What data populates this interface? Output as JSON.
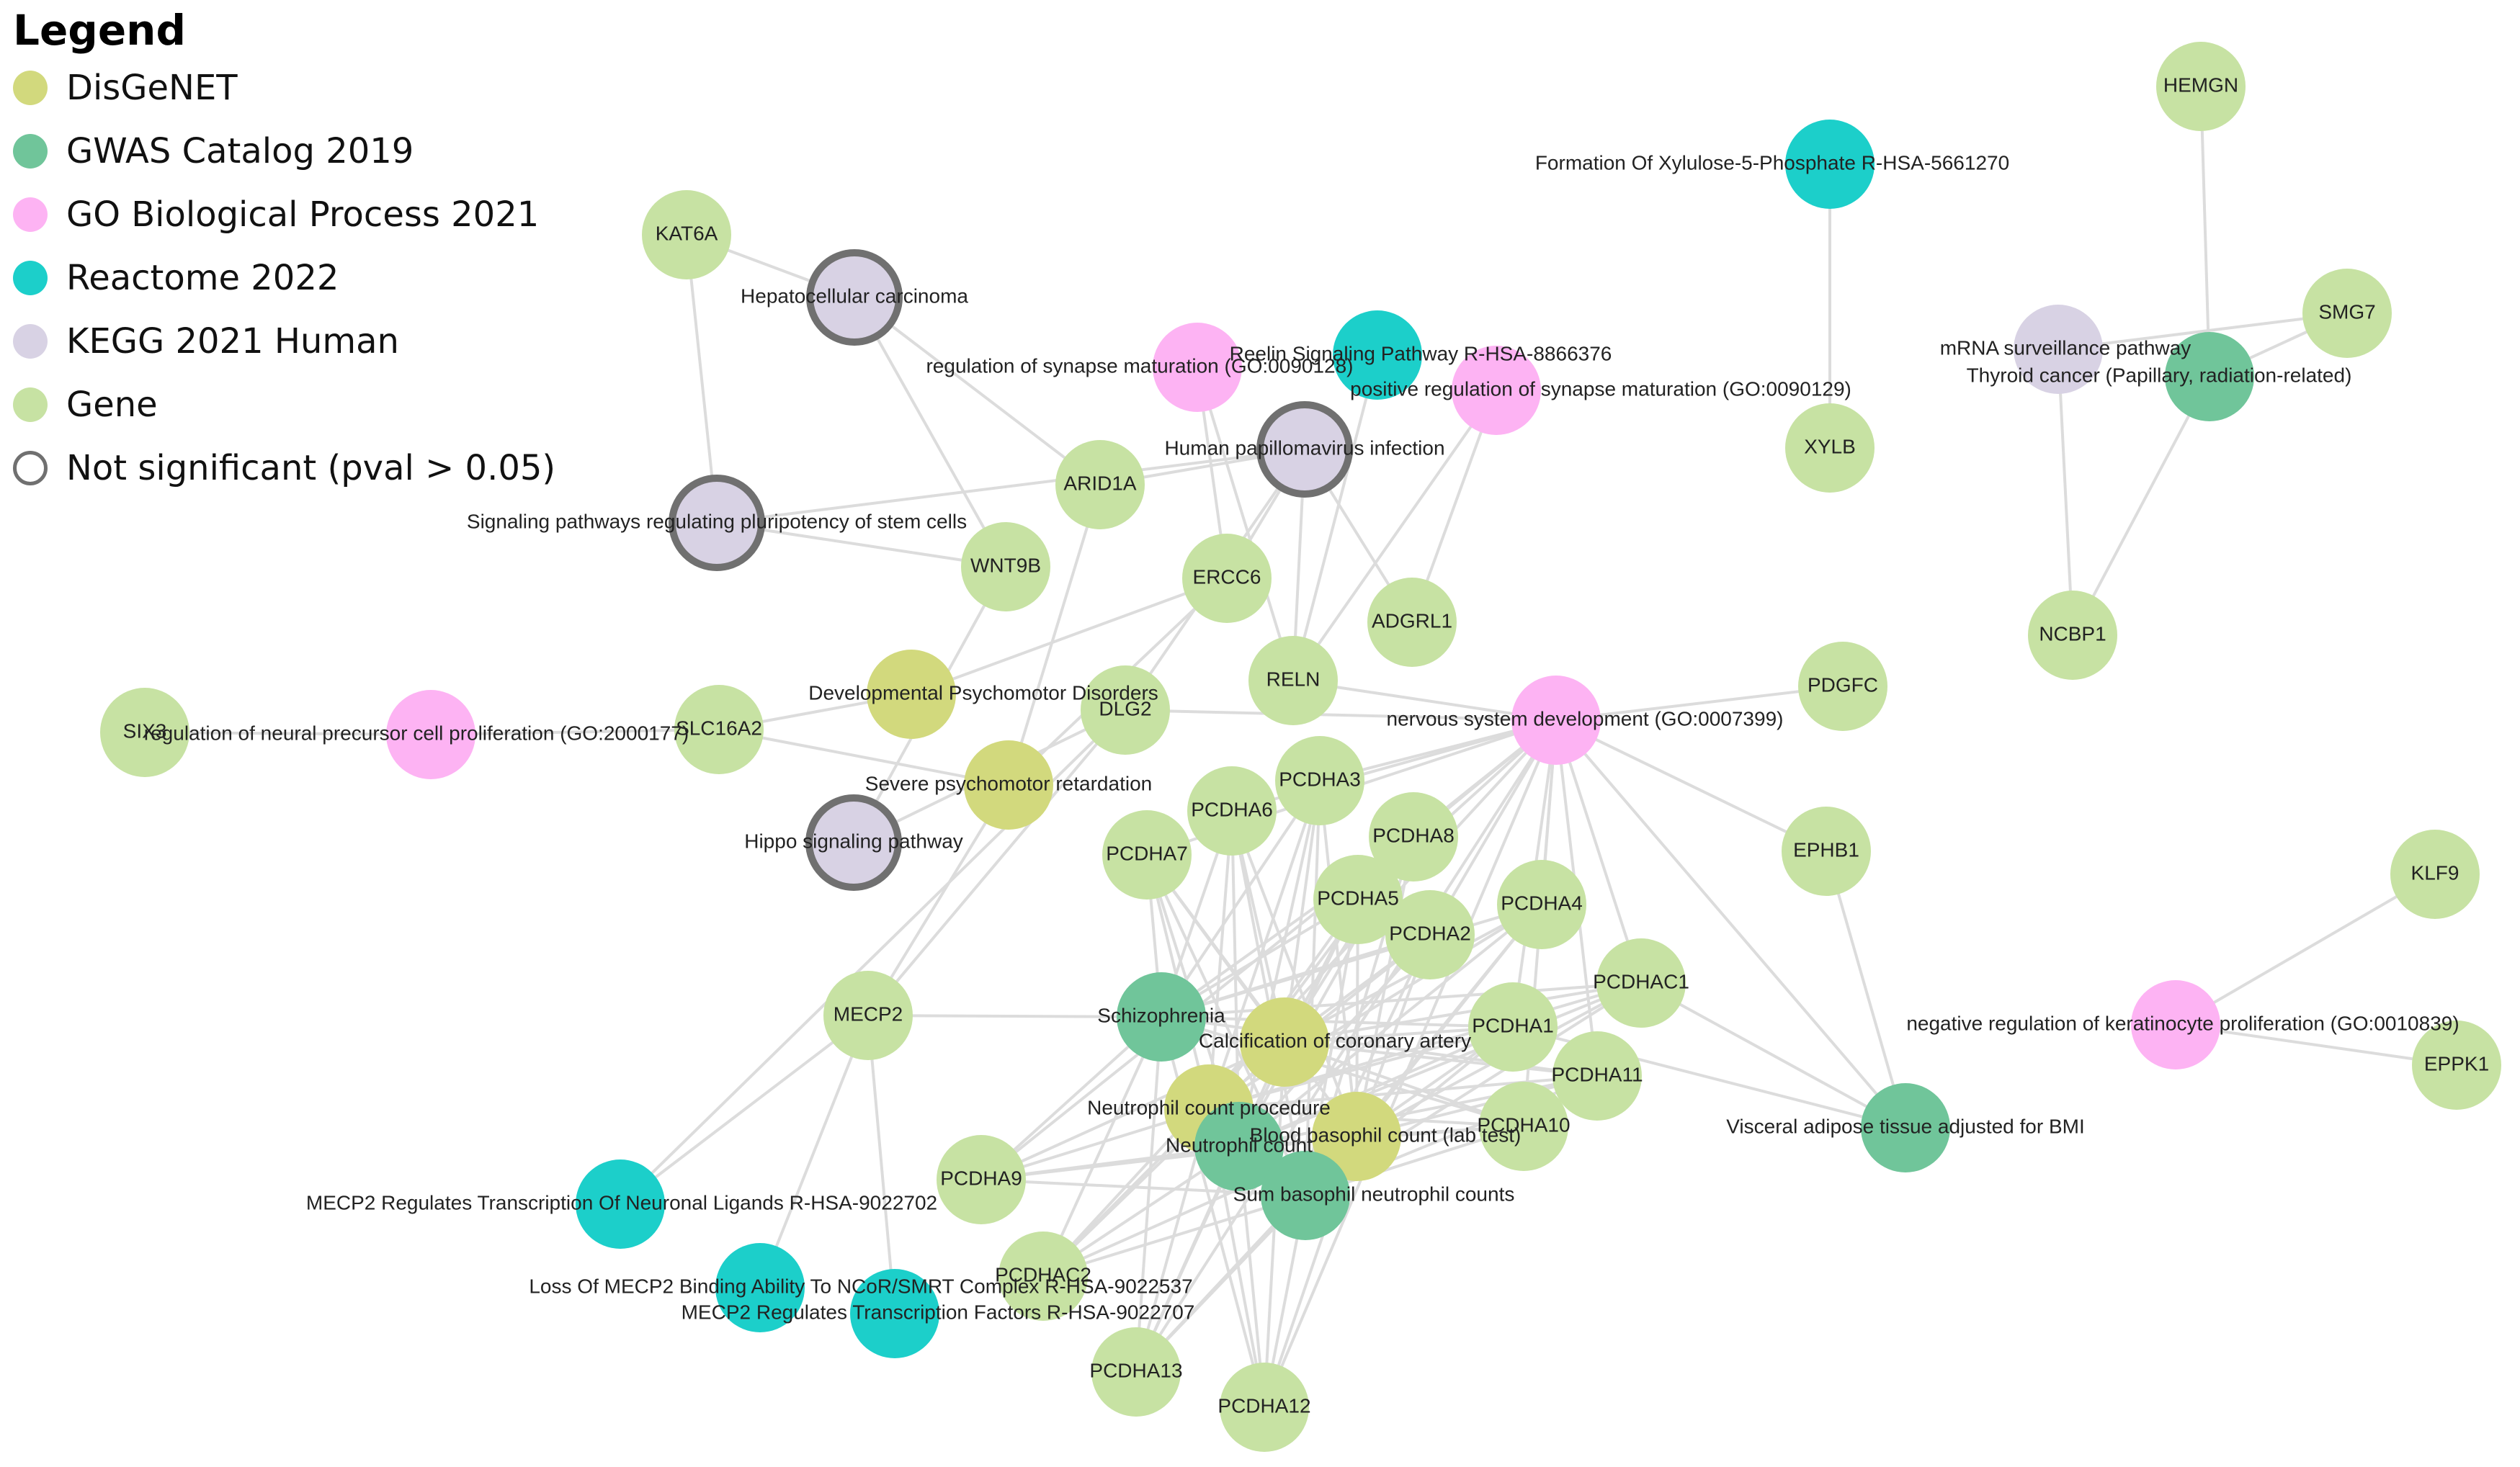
{
  "legend": {
    "title": "Legend",
    "items": [
      {
        "label": "DisGeNET",
        "color": "#d2d97d",
        "hollow": false
      },
      {
        "label": "GWAS Catalog 2019",
        "color": "#70c59a",
        "hollow": false
      },
      {
        "label": "GO Biological Process 2021",
        "color": "#fdb3f3",
        "hollow": false
      },
      {
        "label": "Reactome 2022",
        "color": "#1ccfca",
        "hollow": false
      },
      {
        "label": "KEGG 2021 Human",
        "color": "#d8d2e4",
        "hollow": false
      },
      {
        "label": "Gene",
        "color": "#c7e2a3",
        "hollow": false
      },
      {
        "label": "Not significant (pval > 0.05)",
        "color": "#707070",
        "hollow": true
      }
    ]
  },
  "colors": {
    "DisGeNET": "#d2d97d",
    "GWAS": "#70c59a",
    "GO": "#fdb3f3",
    "Reactome": "#1ccfca",
    "KEGG": "#d8d2e4",
    "Gene": "#c7e2a3",
    "notsig_stroke": "#707070",
    "edge": "#dcdcdc"
  },
  "nodes": [
    {
      "id": "HEMGN",
      "label": "HEMGN",
      "type": "Gene"
    },
    {
      "id": "XYLB",
      "label": "XYLB",
      "type": "Gene"
    },
    {
      "id": "SMG7",
      "label": "SMG7",
      "type": "Gene"
    },
    {
      "id": "NCBP1",
      "label": "NCBP1",
      "type": "Gene"
    },
    {
      "id": "KAT6A",
      "label": "KAT6A",
      "type": "Gene"
    },
    {
      "id": "ARID1A",
      "label": "ARID1A",
      "type": "Gene"
    },
    {
      "id": "WNT9B",
      "label": "WNT9B",
      "type": "Gene"
    },
    {
      "id": "ERCC6",
      "label": "ERCC6",
      "type": "Gene"
    },
    {
      "id": "ADGRL1",
      "label": "ADGRL1",
      "type": "Gene"
    },
    {
      "id": "RELN",
      "label": "RELN",
      "type": "Gene"
    },
    {
      "id": "PDGFC",
      "label": "PDGFC",
      "type": "Gene"
    },
    {
      "id": "SIX3",
      "label": "SIX3",
      "type": "Gene"
    },
    {
      "id": "SLC16A2",
      "label": "SLC16A2",
      "type": "Gene"
    },
    {
      "id": "DLG2",
      "label": "DLG2",
      "type": "Gene"
    },
    {
      "id": "PCDHA3",
      "label": "PCDHA3",
      "type": "Gene"
    },
    {
      "id": "PCDHA6",
      "label": "PCDHA6",
      "type": "Gene"
    },
    {
      "id": "PCDHA8",
      "label": "PCDHA8",
      "type": "Gene"
    },
    {
      "id": "PCDHA7",
      "label": "PCDHA7",
      "type": "Gene"
    },
    {
      "id": "PCDHA5",
      "label": "PCDHA5",
      "type": "Gene"
    },
    {
      "id": "PCDHA4",
      "label": "PCDHA4",
      "type": "Gene"
    },
    {
      "id": "PCDHA2",
      "label": "PCDHA2",
      "type": "Gene"
    },
    {
      "id": "EPHB1",
      "label": "EPHB1",
      "type": "Gene"
    },
    {
      "id": "KLF9",
      "label": "KLF9",
      "type": "Gene"
    },
    {
      "id": "PCDHAC1",
      "label": "PCDHAC1",
      "type": "Gene"
    },
    {
      "id": "MECP2",
      "label": "MECP2",
      "type": "Gene"
    },
    {
      "id": "PCDHA1",
      "label": "PCDHA1",
      "type": "Gene"
    },
    {
      "id": "PCDHA11",
      "label": "PCDHA11",
      "type": "Gene"
    },
    {
      "id": "EPPK1",
      "label": "EPPK1",
      "type": "Gene"
    },
    {
      "id": "PCDHA10",
      "label": "PCDHA10",
      "type": "Gene"
    },
    {
      "id": "PCDHA9",
      "label": "PCDHA9",
      "type": "Gene"
    },
    {
      "id": "PCDHAC2",
      "label": "PCDHAC2",
      "type": "Gene"
    },
    {
      "id": "PCDHA13",
      "label": "PCDHA13",
      "type": "Gene"
    },
    {
      "id": "PCDHA12",
      "label": "PCDHA12",
      "type": "Gene"
    },
    {
      "id": "xylulose",
      "label": "Formation Of Xylulose-5-Phosphate R-HSA-5661270",
      "type": "Reactome"
    },
    {
      "id": "hcc",
      "label": "Hepatocellular carcinoma",
      "type": "KEGG",
      "notsig": true
    },
    {
      "id": "reelin",
      "label": "Reelin Signaling Pathway R-HSA-8866376",
      "type": "Reactome"
    },
    {
      "id": "synreg",
      "label": "regulation of synapse maturation (GO:0090128)",
      "type": "GO"
    },
    {
      "id": "synpos",
      "label": "positive regulation of synapse maturation (GO:0090129)",
      "type": "GO"
    },
    {
      "id": "mrna",
      "label": "mRNA surveillance pathway",
      "type": "KEGG"
    },
    {
      "id": "thyroid",
      "label": "Thyroid cancer (Papillary, radiation-related)",
      "type": "GWAS"
    },
    {
      "id": "hpv",
      "label": "Human papillomavirus infection",
      "type": "KEGG",
      "notsig": true
    },
    {
      "id": "pluri",
      "label": "Signaling pathways regulating pluripotency of stem cells",
      "type": "KEGG",
      "notsig": true
    },
    {
      "id": "devpsy",
      "label": "Developmental Psychomotor Disorders",
      "type": "DisGeNET"
    },
    {
      "id": "neuralprec",
      "label": "regulation of neural precursor cell proliferation (GO:2000177)",
      "type": "GO"
    },
    {
      "id": "nervous",
      "label": "nervous system development (GO:0007399)",
      "type": "GO"
    },
    {
      "id": "severe",
      "label": "Severe psychomotor retardation",
      "type": "DisGeNET"
    },
    {
      "id": "hippo",
      "label": "Hippo signaling pathway",
      "type": "KEGG",
      "notsig": true
    },
    {
      "id": "schizo",
      "label": "Schizophrenia",
      "type": "GWAS"
    },
    {
      "id": "coronary",
      "label": "Calcification of coronary artery",
      "type": "DisGeNET"
    },
    {
      "id": "keratino",
      "label": "negative regulation of keratinocyte proliferation (GO:0010839)",
      "type": "GO"
    },
    {
      "id": "neutroproc",
      "label": "Neutrophil count procedure",
      "type": "DisGeNET"
    },
    {
      "id": "basophil",
      "label": "Blood basophil count (lab test)",
      "type": "DisGeNET"
    },
    {
      "id": "neutrocount",
      "label": "Neutrophil count",
      "type": "GWAS"
    },
    {
      "id": "visceral",
      "label": "Visceral adipose tissue adjusted for BMI",
      "type": "GWAS"
    },
    {
      "id": "sumbaso",
      "label": "Sum basophil neutrophil counts",
      "type": "GWAS"
    },
    {
      "id": "mecp2lig",
      "label": "MECP2 Regulates Transcription Of Neuronal Ligands R-HSA-9022702",
      "type": "Reactome"
    },
    {
      "id": "ncor",
      "label": "Loss Of MECP2 Binding Ability To NCoR/SMRT Complex R-HSA-9022537",
      "type": "Reactome"
    },
    {
      "id": "mecp2tf",
      "label": "MECP2 Regulates Transcription Factors R-HSA-9022707",
      "type": "Reactome"
    }
  ]
}
